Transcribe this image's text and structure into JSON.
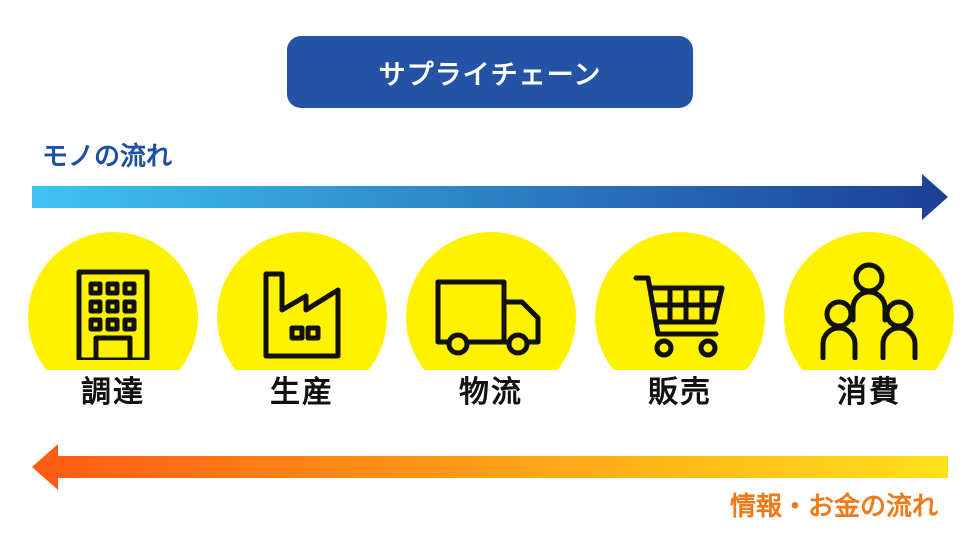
{
  "title": "サプライチェーン",
  "goods_flow_label": "モノの流れ",
  "money_flow_label": "情報・お金の流れ",
  "stages": [
    {
      "label": "調達",
      "icon": "building-icon"
    },
    {
      "label": "生産",
      "icon": "factory-icon"
    },
    {
      "label": "物流",
      "icon": "truck-icon"
    },
    {
      "label": "販売",
      "icon": "shopping-cart-icon"
    },
    {
      "label": "消費",
      "icon": "people-icon"
    }
  ],
  "colors": {
    "title_bg": "#2453a6",
    "goods_arrow_start": "#3ec3f2",
    "goods_arrow_end": "#1c3f96",
    "money_arrow_start": "#ff5a14",
    "money_arrow_end": "#ffe11a",
    "disc": "#fff200",
    "goods_text": "#1f4ea3",
    "money_text": "#f07a1a"
  }
}
